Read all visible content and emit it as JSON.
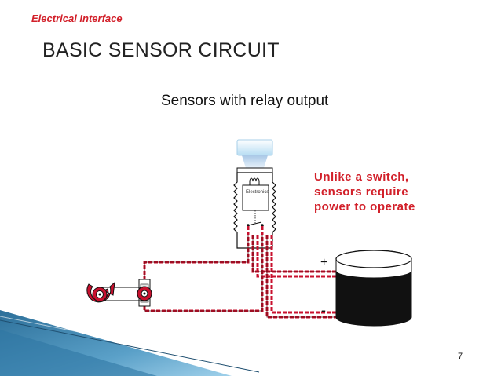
{
  "header": {
    "tag": "Electrical Interface",
    "title": "BASIC SENSOR CIRCUIT"
  },
  "subtitle": "Sensors with relay output",
  "callout": {
    "line1": "Unlike a switch,",
    "line2": "sensors require",
    "line3": "power to operate"
  },
  "diagram": {
    "electronics_label": "Electronics",
    "plus_label": "+",
    "minus_label": "-"
  },
  "page_number": "7",
  "colors": {
    "accent_red": "#d2202a",
    "wire_red": "#c8102e",
    "battery_fill": "#111111",
    "target_blue": "#c9e6f6",
    "decor_blue": "#3a7ea6"
  }
}
